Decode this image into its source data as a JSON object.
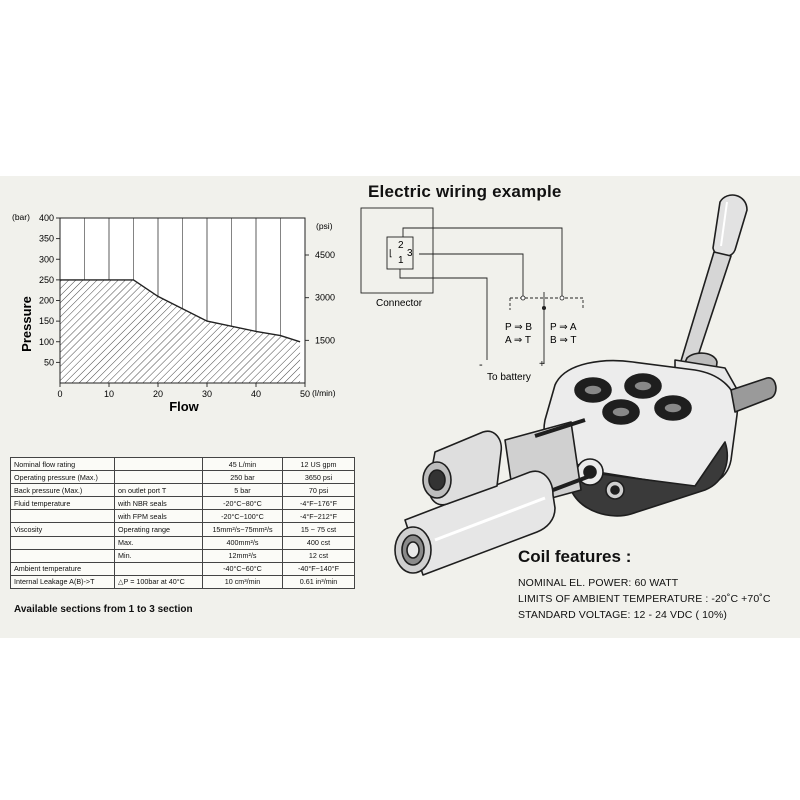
{
  "chart_data": {
    "type": "area",
    "xlabel": "Flow",
    "xunit": "(l/min)",
    "ylabel": "Pressure",
    "yunit": "(bar)",
    "y2unit": "(psi)",
    "xlim": [
      0,
      50
    ],
    "ylim": [
      0,
      400
    ],
    "x_ticks": [
      "0",
      "10",
      "20",
      "30",
      "40",
      "50"
    ],
    "y_ticks": [
      "50",
      "100",
      "150",
      "200",
      "250",
      "300",
      "350",
      "400"
    ],
    "y2_ticks": [
      {
        "label": "1500",
        "bar": 103.4
      },
      {
        "label": "3000",
        "bar": 206.8
      },
      {
        "label": "4500",
        "bar": 310.3
      }
    ],
    "series": [
      {
        "x": [
          0,
          15,
          20,
          30,
          40,
          45,
          49
        ],
        "y": [
          250,
          250,
          210,
          150,
          125,
          115,
          100
        ]
      }
    ],
    "hatched_area": true,
    "grid": true
  },
  "wiring": {
    "title": "Electric wiring example",
    "connector_label": "Connector",
    "pin_top": "2",
    "pin_bottom": "1",
    "pin_right": "3",
    "pin_left": "⌊",
    "flow_left_1": "P ⇒ B",
    "flow_left_2": "A ⇒ T",
    "flow_right_1": "P ⇒ A",
    "flow_right_2": "B ⇒ T",
    "minus": "-",
    "plus": "+",
    "battery_label": "To battery"
  },
  "specs": {
    "rows": [
      {
        "param": "Nominal flow rating",
        "cond": "",
        "metric": "45 L/min",
        "imperial": "12 US gpm"
      },
      {
        "param": "Operating pressure (Max.)",
        "cond": "",
        "metric": "250 bar",
        "imperial": "3650 psi"
      },
      {
        "param": "Back pressure (Max.)",
        "cond": "on outlet port T",
        "metric": "5 bar",
        "imperial": "70 psi"
      },
      {
        "param": "Fluid temperature",
        "cond": "with NBR seals",
        "metric": "-20°C~80°C",
        "imperial": "-4°F~176°F"
      },
      {
        "param": "",
        "cond": "with FPM seals",
        "metric": "-20°C~100°C",
        "imperial": "-4°F~212°F"
      },
      {
        "param": "Viscosity",
        "cond": "Operating range",
        "metric": "15mm²/s~75mm²/s",
        "imperial": "15 ~ 75 cst"
      },
      {
        "param": "",
        "cond": "Max.",
        "metric": "400mm²/s",
        "imperial": "400 cst"
      },
      {
        "param": "",
        "cond": "Min.",
        "metric": "12mm²/s",
        "imperial": "12 cst"
      },
      {
        "param": "Ambient temperature",
        "cond": "",
        "metric": "-40°C~60°C",
        "imperial": "-40°F~140°F"
      },
      {
        "param": "Internal Leakage A(B)->T",
        "cond": "△P = 100bar at 40°C",
        "metric": "10 cm³/min",
        "imperial": "0.61 in³/min"
      }
    ],
    "sections_note": "Available sections from 1 to 3 section"
  },
  "coil": {
    "title": "Coil features :",
    "line1": "NOMINAL EL. POWER: 60 WATT",
    "line2": "LIMITS OF AMBIENT TEMPERATURE : -20˚C +70˚C",
    "line3": "STANDARD VOLTAGE: 12 - 24 VDC (    10%)"
  },
  "colors": {
    "panel": "#f1f1ec",
    "line": "#222222",
    "hatch": "#333333",
    "valve_dark": "#1e1e1e",
    "valve_mid": "#8a8a8a",
    "valve_light": "#e2e2e2"
  }
}
